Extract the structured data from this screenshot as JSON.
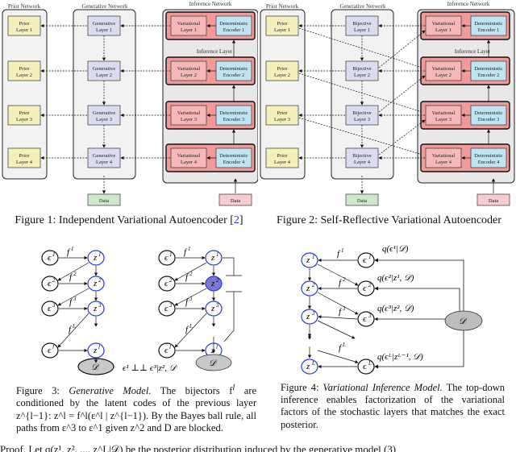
{
  "fig1": {
    "prior_title": "Prior Network",
    "gen_title": "Generative Network",
    "inf_title": "Inference Network",
    "inf_layer": "Inference Layer",
    "prior": [
      [
        "Prior",
        "Layer 1"
      ],
      [
        "Prior",
        "Layer 2"
      ],
      [
        "Prior",
        "Layer 3"
      ],
      [
        "Prior",
        "Layer 4"
      ]
    ],
    "gen": [
      [
        "Generative",
        "Layer 1"
      ],
      [
        "Generative",
        "Layer 2"
      ],
      [
        "Generative",
        "Layer 3"
      ],
      [
        "Generative",
        "Layer 4"
      ]
    ],
    "var": [
      [
        "Variational",
        "Layer 1"
      ],
      [
        "Variational",
        "Layer 2"
      ],
      [
        "Variational",
        "Layer 3"
      ],
      [
        "Variational",
        "Layer 4"
      ]
    ],
    "det": [
      [
        "Deterministic",
        "Encoder 1"
      ],
      [
        "Deterministic",
        "Encoder 2"
      ],
      [
        "Deterministic",
        "Encoder 3"
      ],
      [
        "Deterministic",
        "Encoder 4"
      ]
    ],
    "data": "Data",
    "caption_prefix": "Figure 1: Independent Variational Autoencoder [",
    "caption_ref": "2",
    "caption_suffix": "]"
  },
  "fig2": {
    "prior_title": "Prior Network",
    "gen_title": "Generative Network",
    "inf_title": "Inference Network",
    "inf_layer": "Inference Layer",
    "gen": [
      [
        "Bijective",
        "Layer 1"
      ],
      [
        "Bijective",
        "Layer 2"
      ],
      [
        "Bijective",
        "Layer 3"
      ],
      [
        "Bijective",
        "Layer 4"
      ]
    ],
    "caption": "Figure 2: Self-Reflective Variational Autoencoder"
  },
  "fig3": {
    "caption_lines": [
      "Figure 3:",
      "Generative Model.",
      "The bijectors f",
      "are conditioned by the latent codes of the previous layer",
      "z^{l−1}: z^l = f^l(ε^l | z^{l−1}). By the Bayes ball rule, all",
      "paths from ε^3 to ε^1 given z^2 and D are blocked."
    ],
    "independence": "ϵ¹ ⊥⊥ ϵ³|z², 𝒟",
    "data_symbol": "𝒟"
  },
  "fig4": {
    "q_labels": [
      "q(ϵ¹|𝒟)",
      "q(ϵ²|z¹, 𝒟)",
      "q(ϵ³|z², 𝒟)",
      "q(ϵᴸ|zᴸ⁻¹, 𝒟)"
    ],
    "data_symbol": "𝒟",
    "caption_lines": [
      "Figure 4:",
      "Variational Inference Model.",
      "The top-down inference enables factorization of the",
      "variational factors of the stochastic layers that",
      "matches the exact posterior."
    ]
  },
  "bottom_text": "Proof. Let q(z¹, z², ..., z^L|𝒟) be the posterior distribution induced by the generative model (3)"
}
